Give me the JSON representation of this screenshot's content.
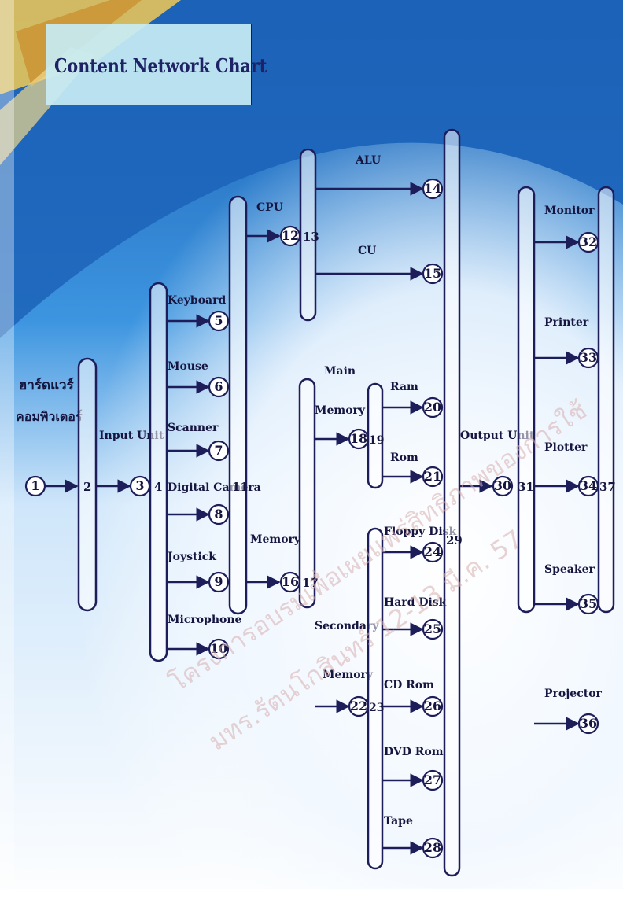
{
  "diagram": {
    "title": "Content Network Chart",
    "colors": {
      "line": "#1d1d5a",
      "text": "#15153f",
      "title_text": "#1f2366",
      "title_box": "#c8ecf4",
      "background_blue": "#1f6fc4",
      "background_light": "#eaf4ff",
      "banner_gold": "#e0b84a"
    },
    "root": {
      "number": "1",
      "label_line1": "ฮาร์ดแวร์",
      "label_line2": "คอมพิวเตอร์"
    },
    "nodes": {
      "n2": "2",
      "n3": "3",
      "n4": "4",
      "n5": "5",
      "n6": "6",
      "n7": "7",
      "n8": "8",
      "n9": "9",
      "n10": "10",
      "n11": "11",
      "n12": "12",
      "n13": "13",
      "n14": "14",
      "n15": "15",
      "n16": "16",
      "n17": "17",
      "n18": "18",
      "n19": "19",
      "n20": "20",
      "n21": "21",
      "n22": "22",
      "n23": "23",
      "n24": "24",
      "n25": "25",
      "n26": "26",
      "n27": "27",
      "n28": "28",
      "n29": "29",
      "n30": "30",
      "n31": "31",
      "n32": "32",
      "n33": "33",
      "n34": "34",
      "n35": "35",
      "n36": "36",
      "n37": "37"
    },
    "labels": {
      "input_unit": "Input Unit",
      "keyboard": "Keyboard",
      "mouse": "Mouse",
      "scanner": "Scanner",
      "digital_camera": "Digital Camera",
      "joystick": "Joystick",
      "microphone": "Microphone",
      "cpu": "CPU",
      "alu": "ALU",
      "cu": "CU",
      "memory": "Memory",
      "main": "Main",
      "main_memory": "Memory",
      "ram": "Ram",
      "rom": "Rom",
      "secondary": "Secondary",
      "secondary_memory": "Memory",
      "floppy_disk": "Floppy Disk",
      "hard_disk": "Hard Disk",
      "cd_rom": "CD Rom",
      "dvd_rom": "DVD Rom",
      "tape": "Tape",
      "output_unit": "Output Unit",
      "monitor": "Monitor",
      "printer": "Printer",
      "plotter": "Plotter",
      "speaker": "Speaker",
      "projector": "Projector"
    },
    "watermark": {
      "line1": "โครงการอบรมเพื่อเผยแพร่สิทธิภาพของการใช้",
      "line2": "มทร.รัตนโกสินทร์ 12-13 มี.ค. 57"
    }
  }
}
